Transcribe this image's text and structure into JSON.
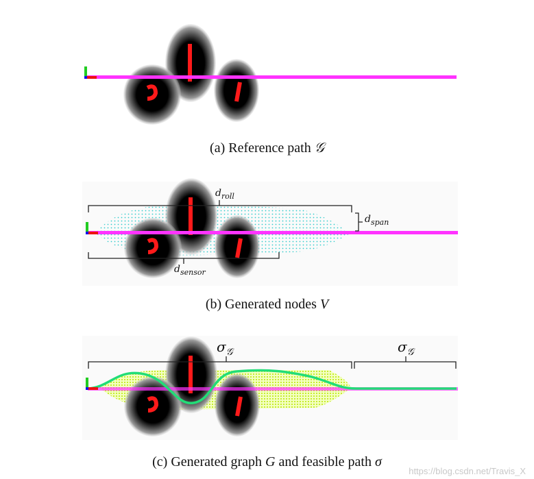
{
  "captions": {
    "a_prefix": "(a) Reference path",
    "a_symbol": "𝒢",
    "b_prefix": "(b) Generated nodes",
    "b_symbol": "V",
    "c_prefix": "(c) Generated graph",
    "c_sym1": "G",
    "c_mid": "and feasible path",
    "c_sym2": "σ"
  },
  "labels": {
    "d_roll": "d",
    "d_roll_sub": "roll",
    "d_span": "d",
    "d_span_sub": "span",
    "d_sensor": "d",
    "d_sensor_sub": "sensor",
    "sigma": "σ",
    "sigma_sub": "𝒢"
  },
  "watermark": "https://blog.csdn.net/Travis_X",
  "colors": {
    "path": "#ff33ff",
    "obstacle_core": "#ff1a1a",
    "nodes": "#33cccc",
    "graph": "#ccff33",
    "feasible": "#22dd77"
  }
}
